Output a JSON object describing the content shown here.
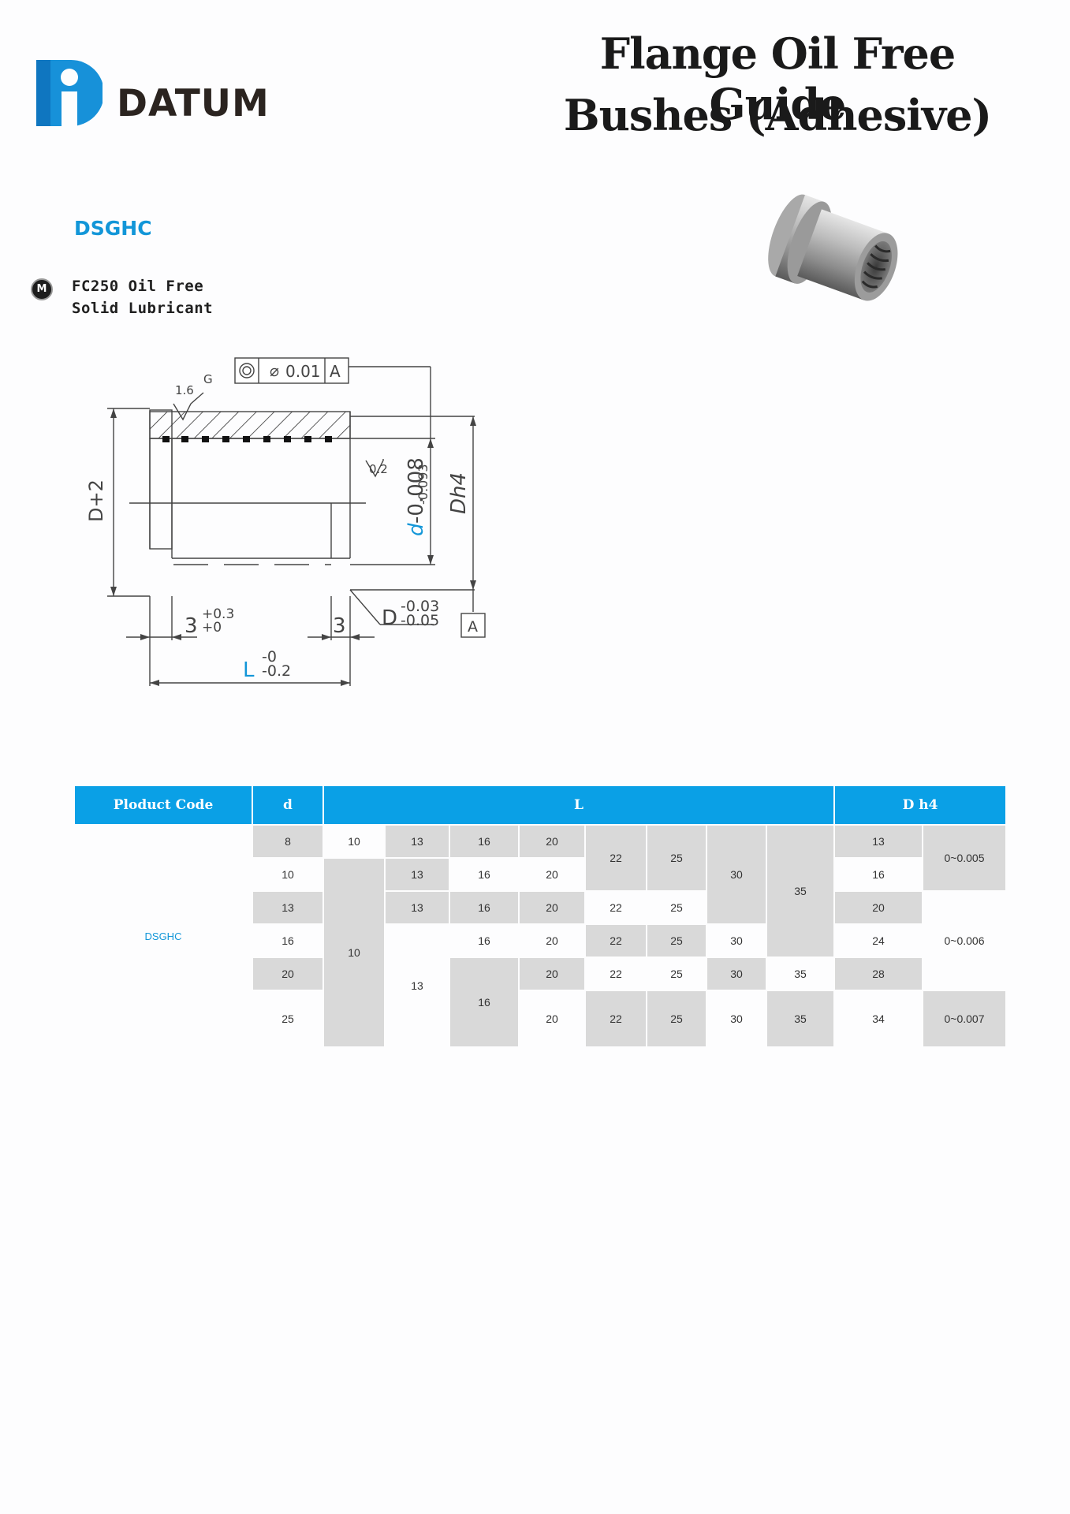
{
  "brand": {
    "name": "DATUM"
  },
  "title": {
    "line1": "Flange Oil Free Guide",
    "line2": "Bushes (Adhesive)"
  },
  "series_code": "DSGHC",
  "material": {
    "badge": "M",
    "line1": "FC250 Oil Free",
    "line2": "Solid Lubricant"
  },
  "drawing": {
    "concentricity_value": "0.01",
    "concentricity_datum": "A",
    "roughness_top_value": "1.6",
    "roughness_top_grade": "G",
    "roughness_bore_value": "0.2",
    "dim_D2": "D+2",
    "dim_d": "d",
    "dim_d_tol_upper": "-0.008",
    "dim_d_tol_lower": "-0.093",
    "dim_Dh4": "Dh4",
    "dim_flange": "3",
    "dim_flange_tol_upper": "+0.3",
    "dim_flange_tol_lower": "+0",
    "dim_end": "3",
    "dim_D": "D",
    "dim_D_tol_upper": "-0.03",
    "dim_D_tol_lower": "-0.05",
    "datum_label": "A",
    "dim_L": "L",
    "dim_L_tol_upper": "-0",
    "dim_L_tol_lower": "-0.2"
  },
  "table": {
    "headers": {
      "code": "Ploduct Code",
      "d": "d",
      "L": "L",
      "D": "D h4"
    },
    "code_value": "DSGHC",
    "d_values": [
      "8",
      "10",
      "13",
      "16",
      "20",
      "25"
    ],
    "L_values": {
      "r1": [
        "10",
        "13",
        "16",
        "20"
      ],
      "r2": [
        "13",
        "16",
        "20"
      ],
      "r3": [
        "13",
        "16",
        "20",
        "22",
        "25"
      ],
      "r4": [
        "16",
        "20",
        "22",
        "25",
        "30"
      ],
      "r5": [
        "20",
        "22",
        "25",
        "30",
        "35"
      ],
      "r6": [
        "20",
        "22",
        "25",
        "30",
        "35"
      ],
      "span_22": "22",
      "span_25": "25",
      "span_30": "30",
      "span_35": "35",
      "span_10": "10",
      "span_13": "13",
      "span_16": "16"
    },
    "D_values": [
      "13",
      "16",
      "20",
      "24",
      "28",
      "34"
    ],
    "tolerances": [
      "0~0.005",
      "0~0.006",
      "0~0.007"
    ]
  }
}
